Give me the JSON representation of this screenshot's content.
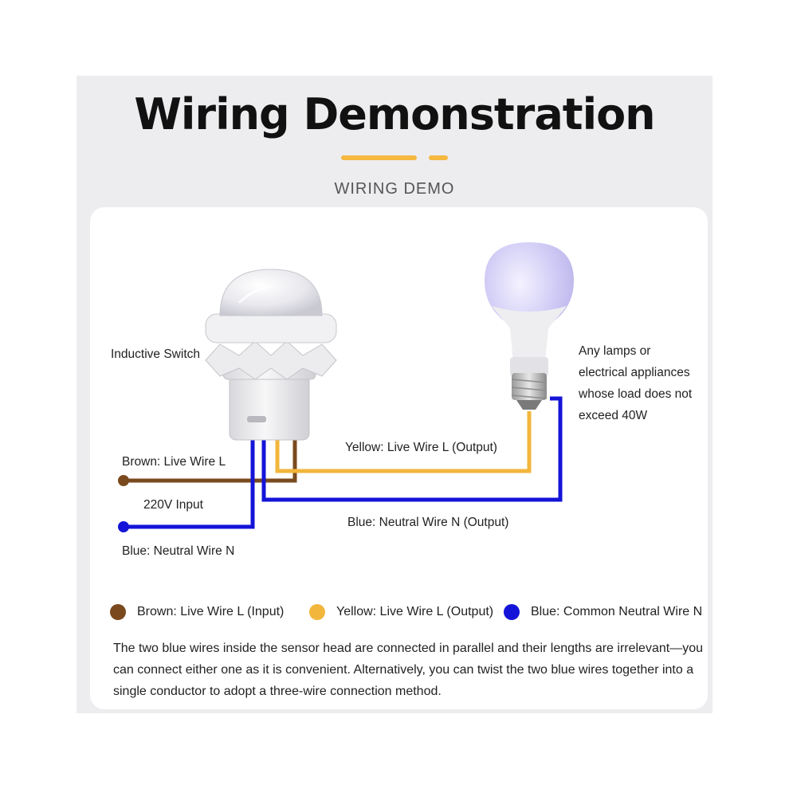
{
  "header": {
    "title": "Wiring Demonstration",
    "subtitle": "WIRING DEMO"
  },
  "colors": {
    "brown": "#7a4a1e",
    "yellow": "#f2b63c",
    "blue": "#1414d8",
    "accent": "#f5b840"
  },
  "diagram": {
    "switch_label": "Inductive Switch",
    "brown_label": "Brown: Live Wire L",
    "input_label": "220V Input",
    "blue_label": "Blue: Neutral Wire N",
    "yellow_output_label": "Yellow: Live Wire L (Output)",
    "blue_output_label": "Blue: Neutral Wire N (Output)",
    "lamp_note": [
      "Any lamps or",
      "electrical appliances",
      "whose load does not",
      "exceed 40W"
    ]
  },
  "legend": [
    {
      "label": "Brown: Live Wire L (Input)",
      "color": "#7a4a1e"
    },
    {
      "label": "Yellow: Live Wire L (Output)",
      "color": "#f2b63c"
    },
    {
      "label": "Blue: Common Neutral Wire N",
      "color": "#1414d8"
    }
  ],
  "note": [
    "The two blue wires inside the sensor head are connected in parallel and their lengths are irrelevant—you",
    "can connect either one as it is convenient. Alternatively, you can twist the two blue wires together into a",
    "single conductor to adopt a three-wire connection method."
  ]
}
